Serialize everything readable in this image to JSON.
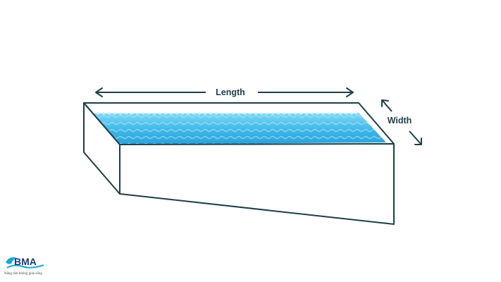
{
  "dimensions": {
    "length_label": "Length",
    "width_label": "Width"
  },
  "colors": {
    "outline": "#1e3e46",
    "water_light": "#6fd0f2",
    "water_dark": "#2fa8e0",
    "logo_blue": "#1b3a7a",
    "logo_wave": "#1aa7d8"
  },
  "logo": {
    "name": "BMA",
    "tagline": "Nâng tầm không gian sống"
  }
}
